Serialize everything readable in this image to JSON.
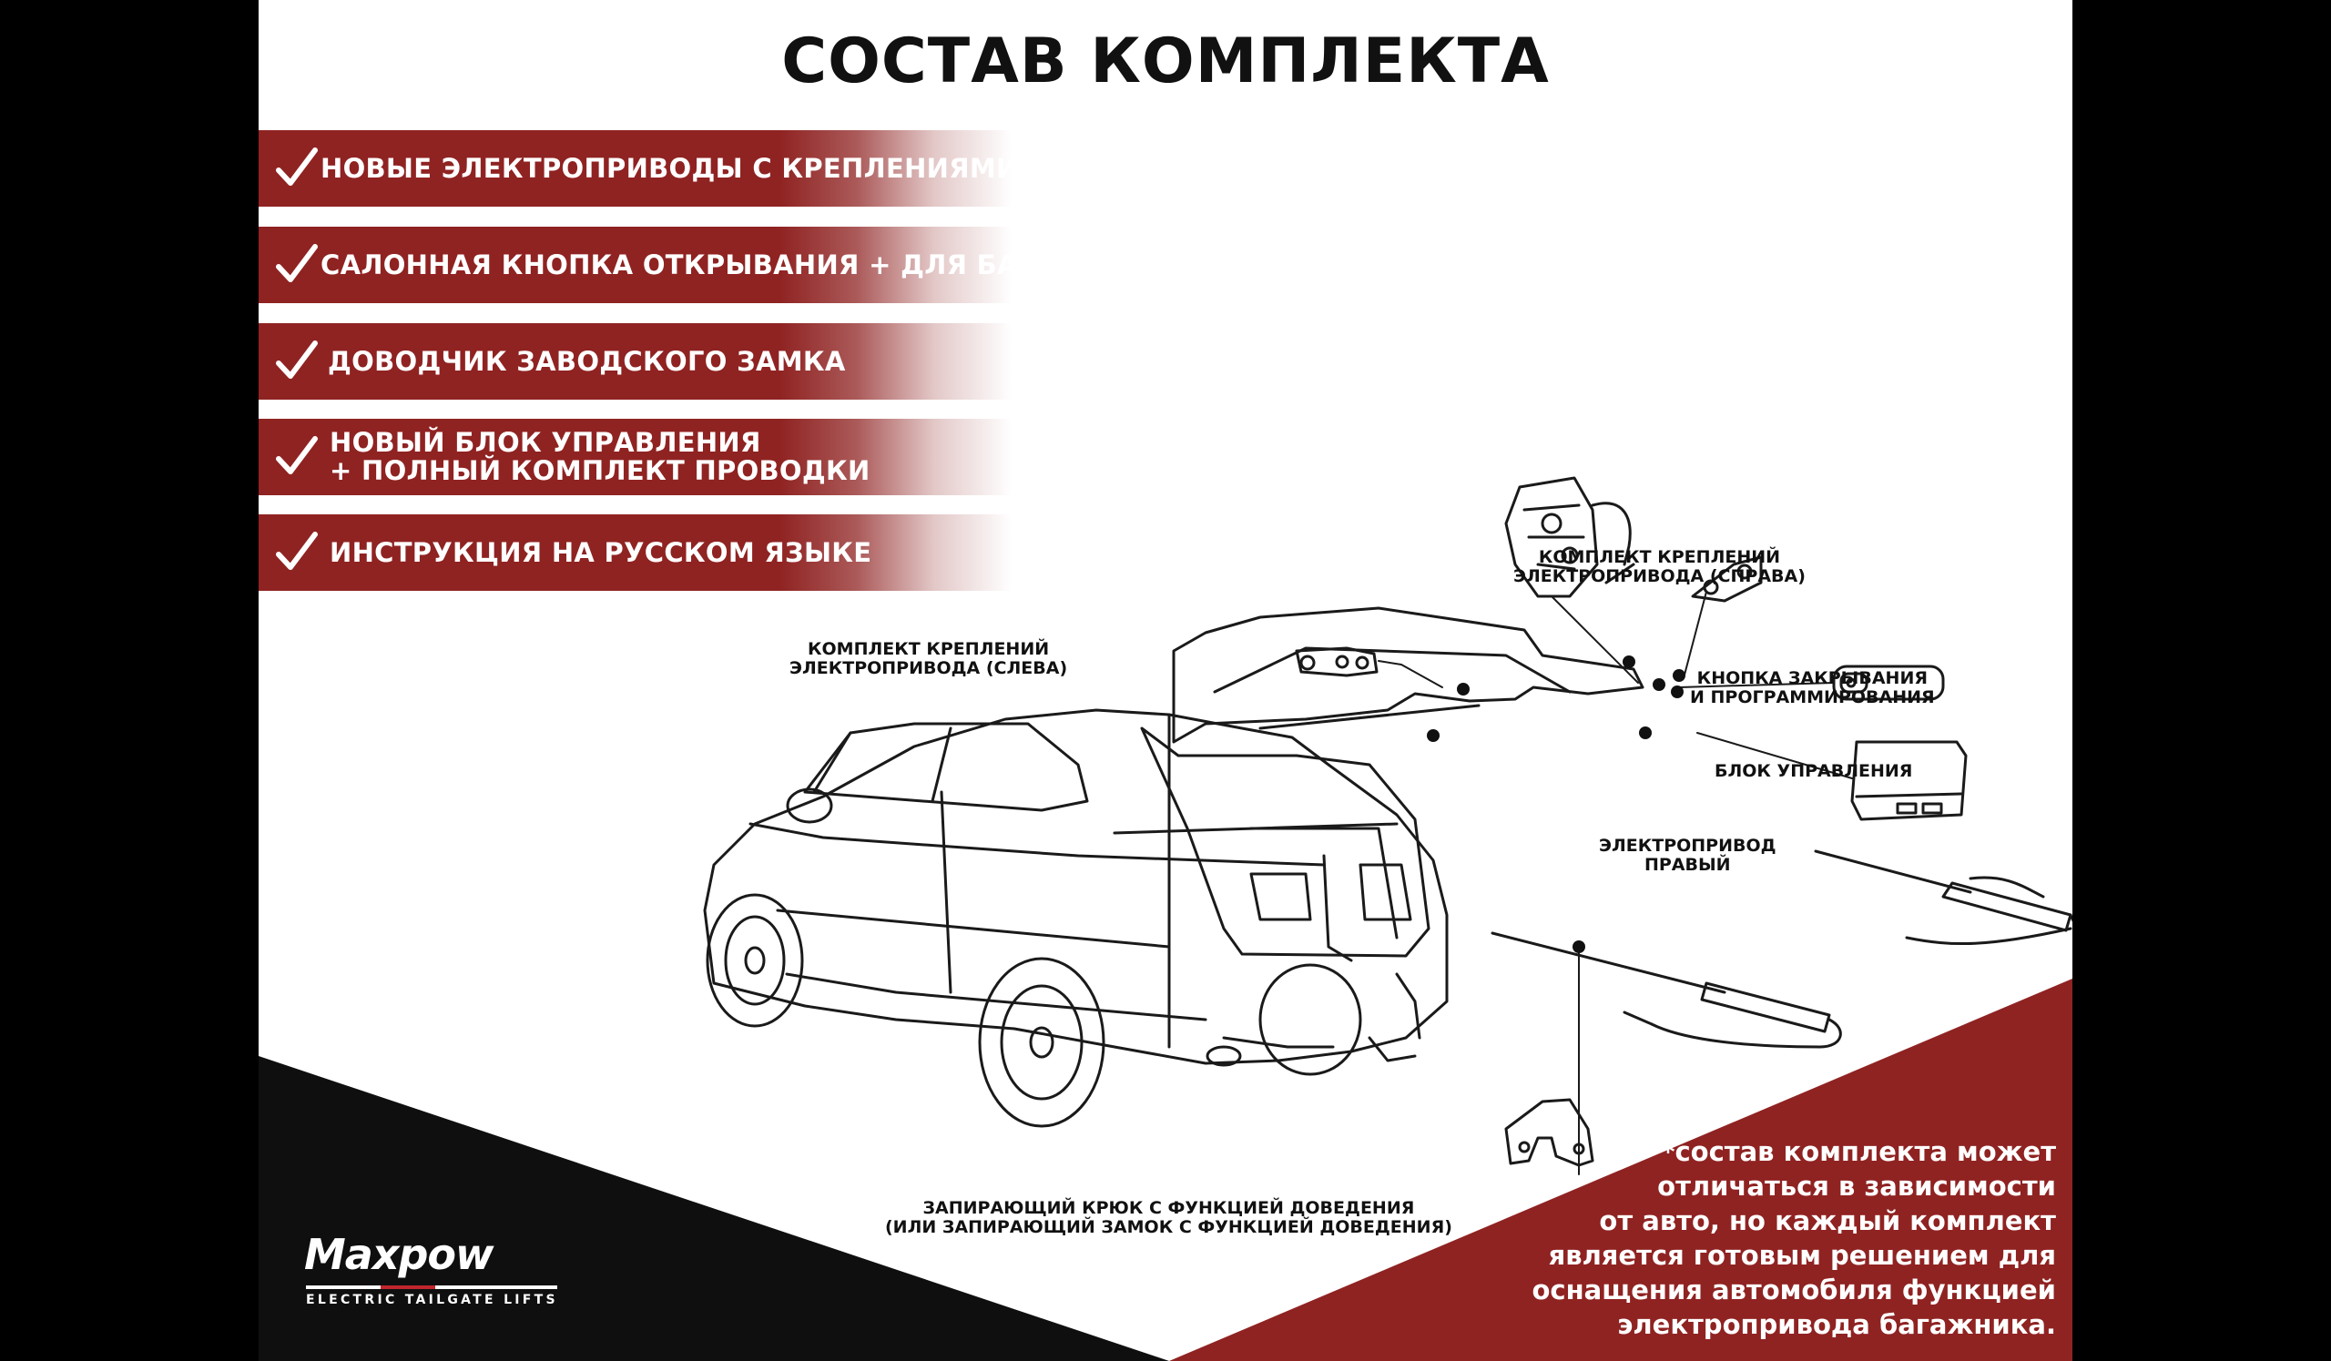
{
  "title": "СОСТАВ КОМПЛЕКТА",
  "colors": {
    "accent_red": "#8f2322",
    "footer_dark": "#0f0f10",
    "background": "#ffffff",
    "text": "#111111"
  },
  "features": [
    {
      "icon": "checkmark-icon",
      "lines": [
        "НОВЫЕ ЭЛЕКТРОПРИВОДЫ С КРЕПЛЕНИЯМИ"
      ]
    },
    {
      "icon": "checkmark-icon",
      "lines": [
        "САЛОННАЯ КНОПКА ОТКРЫВАНИЯ + ДЛЯ БАГАЖНИКА"
      ]
    },
    {
      "icon": "checkmark-icon",
      "lines": [
        "ДОВОДЧИК ЗАВОДСКОГО ЗАМКА"
      ]
    },
    {
      "icon": "checkmark-icon",
      "lines": [
        "НОВЫЙ БЛОК УПРАВЛЕНИЯ",
        "+ ПОЛНЫЙ КОМПЛЕКТ ПРОВОДКИ"
      ]
    },
    {
      "icon": "checkmark-icon",
      "lines": [
        "ИНСТРУКЦИЯ НА РУССКОМ ЯЗЫКЕ"
      ]
    }
  ],
  "components": {
    "mount_right": [
      "КОМПЛЕКТ КРЕПЛЕНИЙ",
      "ЭЛЕКТРОПРИВОДА (СПРАВА)"
    ],
    "mount_left": [
      "КОМПЛЕКТ КРЕПЛЕНИЙ",
      "ЭЛЕКТРОПРИВОДА (СЛЕВА)"
    ],
    "button": [
      "КНОПКА ЗАКРЫВАНИЯ",
      "И ПРОГРАММИРОВАНИЯ"
    ],
    "control_unit": [
      "БЛОК УПРАВЛЕНИЯ"
    ],
    "actuator_right": [
      "ЭЛЕКТРОПРИВОД",
      "ПРАВЫЙ"
    ],
    "latch": [
      "ЗАПИРАЮЩИЙ КРЮК С ФУНКЦИЕЙ ДОВЕДЕНИЯ",
      "(ИЛИ ЗАПИРАЮЩИЙ ЗАМОК С ФУНКЦИЕЙ ДОВЕДЕНИЯ)"
    ]
  },
  "note": [
    "*состав комплекта может",
    "отличаться в зависимости",
    "от авто, но каждый комплект",
    "является готовым решением для",
    "оснащения автомобиля функцией",
    "электропривода багажника."
  ],
  "logo": {
    "wordmark": "Maxpow",
    "tagline": "ELECTRIC TAILGATE LIFTS"
  }
}
